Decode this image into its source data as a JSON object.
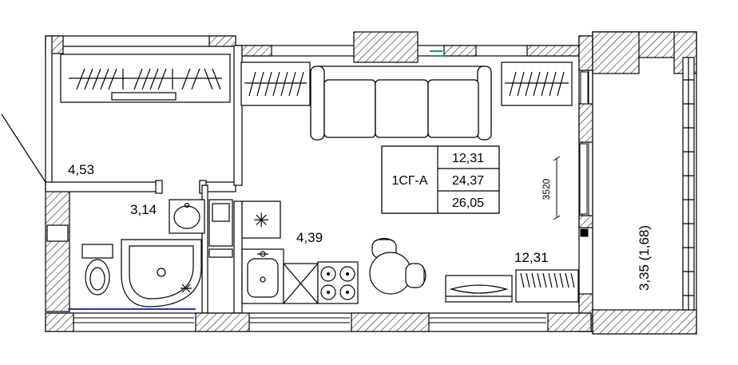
{
  "drawing": {
    "legend": {
      "title": "1СГ-А",
      "values": [
        "12,31",
        "24,37",
        "26,05"
      ]
    },
    "room_areas": {
      "hall": "4,53",
      "bathroom": "3,14",
      "kitchen": "4,39",
      "living_room": "12,31",
      "balcony": "3,35 (1,68)"
    },
    "dimension_vertical": "3520",
    "icons": {
      "fridge_snowflake": "✳"
    },
    "colors": {
      "line": "#000000",
      "water_blue": "#2233cc",
      "mark_green": "#00a651"
    }
  }
}
